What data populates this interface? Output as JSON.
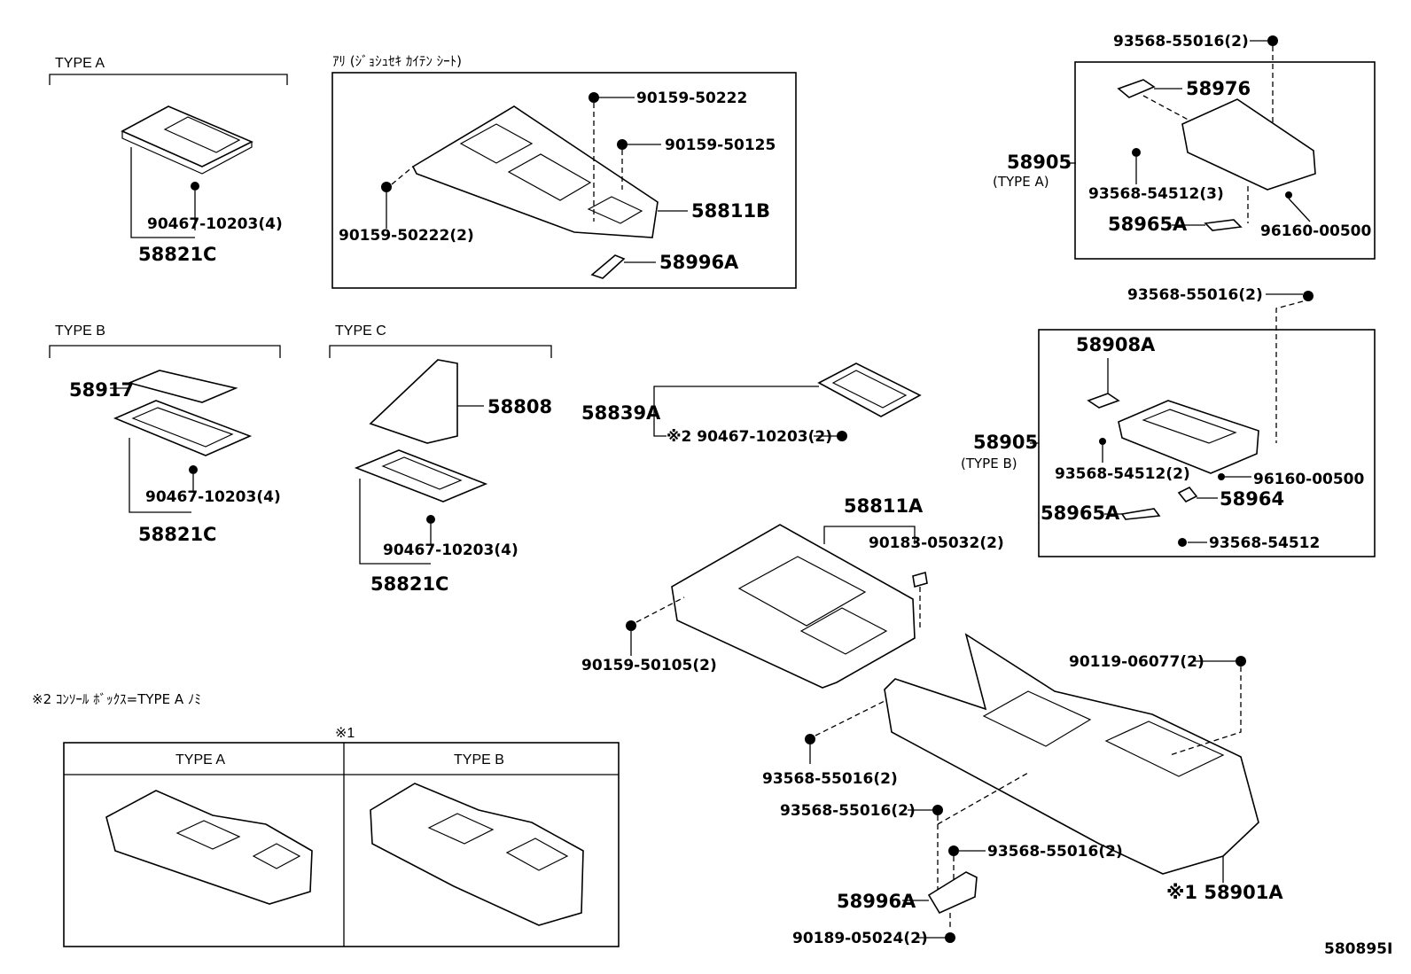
{
  "headers": {
    "type_a_top": "TYPE A",
    "ari_note": "ｱﾘ (ｼﾞｮｼｭｾｷ ｶｲﾃﾝ ｼｰﾄ)",
    "type_b_left": "TYPE B",
    "type_c": "TYPE C",
    "note2": "※2 ｺﾝｿｰﾙ ﾎﾞｯｸｽ=TYPE A ﾉﾐ",
    "note1_mark": "※1",
    "table_type_a": "TYPE A",
    "table_type_b": "TYPE B",
    "type_a_paren": "(TYPE A)",
    "type_b_paren": "(TYPE B)",
    "diagram_id": "580895I"
  },
  "labels": {
    "p90467_a": "90467-10203(4)",
    "p58821c_a": "58821C",
    "p90159_50222": "90159-50222",
    "p90159_50125": "90159-50125",
    "p90159_50222_2": "90159-50222(2)",
    "p58811b": "58811B",
    "p58996a_top": "58996A",
    "p58917": "58917",
    "p90467_b": "90467-10203(4)",
    "p58821c_b": "58821C",
    "p58808": "58808",
    "p90467_c": "90467-10203(4)",
    "p58821c_c": "58821C",
    "p58839a": "58839A",
    "p90467_x2": "※2 90467-10203(2)",
    "p58811a": "58811A",
    "p90183": "90183-05032(2)",
    "p90159_50105": "90159-50105(2)",
    "p93568_55016_a": "93568-55016(2)",
    "p58976": "58976",
    "p58905_a": "58905",
    "p93568_54512_3": "93568-54512(3)",
    "p58965a_a": "58965A",
    "p96160_a": "96160-00500",
    "p93568_55016_b": "93568-55016(2)",
    "p58908a": "58908A",
    "p58905_b": "58905",
    "p93568_54512_2": "93568-54512(2)",
    "p96160_b": "96160-00500",
    "p58964": "58964",
    "p58965a_b": "58965A",
    "p93568_54512": "93568-54512",
    "p90119": "90119-06077(2)",
    "p93568_55016_c": "93568-55016(2)",
    "p93568_55016_d": "93568-55016(2)",
    "p93568_55016_e": "93568-55016(2)",
    "p58996a_bot": "58996A",
    "p58901a": "※1 58901A",
    "p90189": "90189-05024(2)"
  }
}
